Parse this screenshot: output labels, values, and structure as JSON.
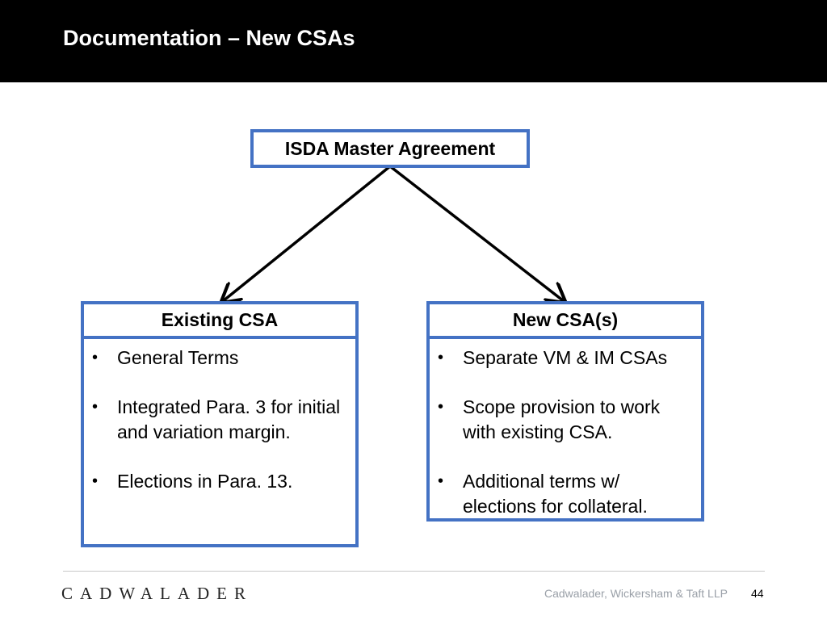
{
  "header": {
    "title": "Documentation – New CSAs"
  },
  "diagram": {
    "root": {
      "label": "ISDA Master Agreement"
    },
    "children": [
      {
        "title": "Existing CSA",
        "items": [
          "General Terms",
          "Integrated Para. 3 for initial and variation margin.",
          "Elections in Para. 13."
        ]
      },
      {
        "title": "New CSA(s)",
        "items": [
          "Separate VM & IM CSAs",
          "Scope provision to work with existing CSA.",
          "Additional terms w/ elections for collateral."
        ]
      }
    ],
    "colors": {
      "box_border": "#4472C4",
      "arrow": "#000000"
    }
  },
  "footer": {
    "logo": "CADWALADER",
    "firm": "Cadwalader, Wickersham & Taft LLP",
    "page_number": "44"
  }
}
